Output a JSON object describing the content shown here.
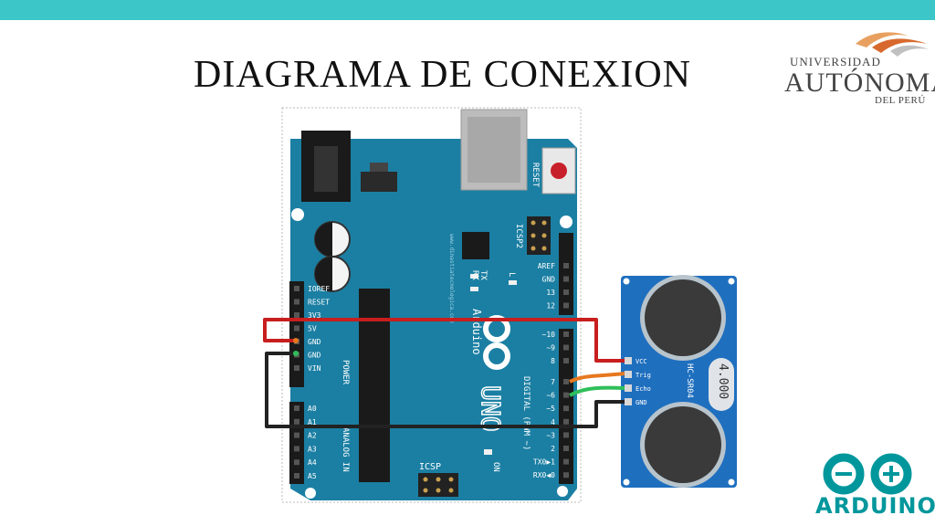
{
  "slide": {
    "title": "DIAGRAMA DE CONEXION"
  },
  "logo_university": {
    "line1": "UNIVERSIDAD",
    "line2": "AUTÓNOMA",
    "line3": "DEL PERÚ"
  },
  "logo_arduino": {
    "text": "ARDUINO",
    "icon": "arduino-infinity-icon"
  },
  "board": {
    "reset_label": "RESET",
    "icsp2_label": "ICSP2",
    "tx_label": "TX",
    "rx_label": "RX",
    "l_label": "L",
    "on_label": "ON",
    "icsp_label": "ICSP",
    "uno_label": "UNO",
    "brand_label": "Arduino",
    "website": "www.dinastiatecnologica.com",
    "digital_label": "DIGITAL (PWM ~)",
    "power_label": "POWER",
    "analog_label": "ANALOG IN",
    "power_pins": [
      "IOREF",
      "RESET",
      "3V3",
      "5V",
      "GND",
      "GND",
      "VIN"
    ],
    "analog_pins": [
      "A0",
      "A1",
      "A2",
      "A3",
      "A4",
      "A5"
    ],
    "digital_top": [
      "AREF",
      "GND",
      "13",
      "12"
    ],
    "digital_mid": [
      "~10",
      "~9",
      "8"
    ],
    "digital_low": [
      "7",
      "~6",
      "~5",
      "4",
      "~3",
      "2",
      "TX0▶1",
      "RX0◀0"
    ]
  },
  "sensor": {
    "model": "HC-SR04",
    "freq": "4.000",
    "pins": [
      "VCC",
      "Trig",
      "Echo",
      "GND"
    ]
  },
  "colors": {
    "topbar": "#3cc6c8",
    "board": "#1b7fa3",
    "sensor": "#1f6fbf",
    "wire_vcc": "#c81e1e",
    "wire_gnd": "#222222",
    "wire_trig": "#e6781e",
    "wire_echo": "#2fbf5a"
  }
}
